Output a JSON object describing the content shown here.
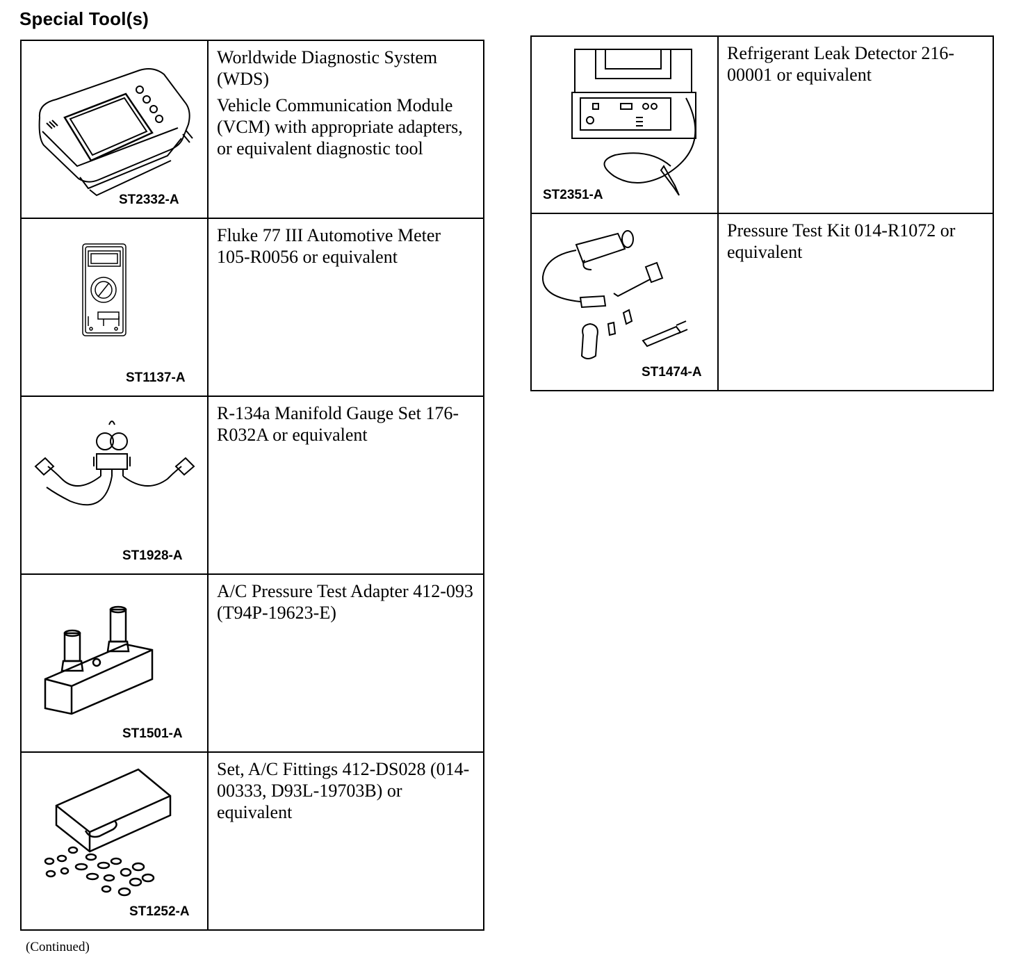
{
  "title": "Special Tool(s)",
  "left_tools": [
    {
      "code": "ST2332-A",
      "icon": "diagnostic-tablet",
      "lines": [
        "Worldwide Diagnostic System (WDS)",
        "Vehicle Communication Module (VCM) with appropriate adapters, or equivalent diagnostic tool"
      ]
    },
    {
      "code": "ST1137-A",
      "icon": "multimeter",
      "lines": [
        "Fluke 77 III Automotive Meter 105-R0056 or equivalent"
      ]
    },
    {
      "code": "ST1928-A",
      "icon": "manifold-gauge-set",
      "lines": [
        "R-134a Manifold Gauge Set 176-R032A or equivalent"
      ]
    },
    {
      "code": "ST1501-A",
      "icon": "pressure-test-adapter",
      "lines": [
        "A/C Pressure Test Adapter 412-093 (T94P-19623-E)"
      ]
    },
    {
      "code": "ST1252-A",
      "icon": "fittings-case",
      "lines": [
        "Set, A/C Fittings 412-DS028 (014-00333, D93L-19703B) or equivalent"
      ]
    }
  ],
  "right_tools": [
    {
      "code": "ST2351-A",
      "icon": "leak-detector",
      "lines": [
        "Refrigerant Leak Detector 216-00001 or equivalent"
      ]
    },
    {
      "code": "ST1474-A",
      "icon": "pressure-test-kit",
      "lines": [
        "Pressure Test Kit 014-R1072 or equivalent"
      ]
    }
  ],
  "footer": "(Continued)"
}
